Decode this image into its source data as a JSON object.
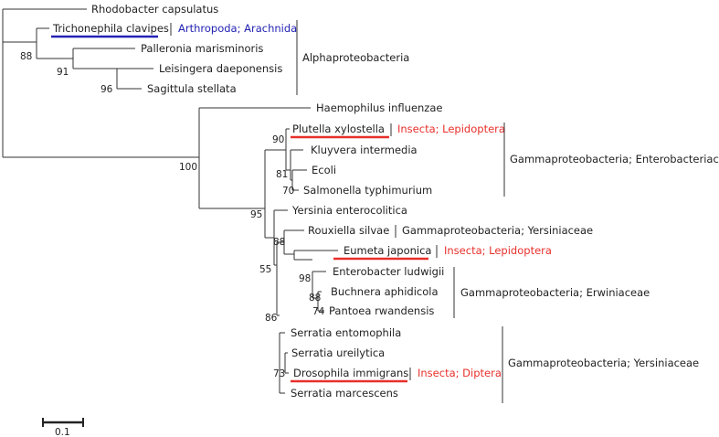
{
  "taxa": {
    "rhodobacter": "Rhodobacter capsulatus",
    "trichonephila": "Trichonephila clavipes",
    "palleronia": "Palleronia marisminoris",
    "leisingera": "Leisingera daeponensis",
    "sagittula": "Sagittula stellata",
    "haemophilus": "Haemophilus influenzae",
    "plutella": "Plutella xylostella",
    "kluyvera": "Kluyvera intermedia",
    "ecoli": "Ecoli",
    "salmonella": "Salmonella typhimurium",
    "yersinia": "Yersinia enterocolitica",
    "rouxiella": "Rouxiella silvae",
    "eumeta": "Eumeta japonica",
    "enterobacter": "Enterobacter ludwigii",
    "buchnera": "Buchnera aphidicola",
    "pantoea": "Pantoea rwandensis",
    "serratia_ento": "Serratia entomophila",
    "serratia_ure": "Serratia ureilytica",
    "drosophila": "Drosophila immigrans",
    "serratia_marc": "Serratia marcescens"
  },
  "bootstrap": {
    "b88a": "88",
    "b91": "91",
    "b96": "96",
    "b100": "100",
    "b90": "90",
    "b81": "81",
    "b70": "70",
    "b95": "95",
    "b88b": "88",
    "b55": "55",
    "b98": "98",
    "b88c": "88",
    "b74": "74",
    "b86": "86",
    "b73": "73"
  },
  "annotations": {
    "trichonephila": "Arthropoda; Arachnida",
    "plutella": "Insecta; Lepidoptera",
    "eumeta": "Insecta; Lepidoptera",
    "drosophila": "Insecta; Diptera",
    "rouxiella": "Gammaproteobacteria; Yersiniaceae"
  },
  "groups": {
    "alpha": "Alphaproteobacteria",
    "enterobacteriaceae": "Gammaproteobacteria; Enterobacteriaceae",
    "erwiniaceae": "Gammaproteobacteria; Erwiniaceae",
    "yersiniaceae": "Gammaproteobacteria; Yersiniaceae"
  },
  "scale_bar": {
    "label": "0.1"
  },
  "colors": {
    "insect_red": "#e8302b",
    "arthropod_blue": "#2323b4"
  }
}
